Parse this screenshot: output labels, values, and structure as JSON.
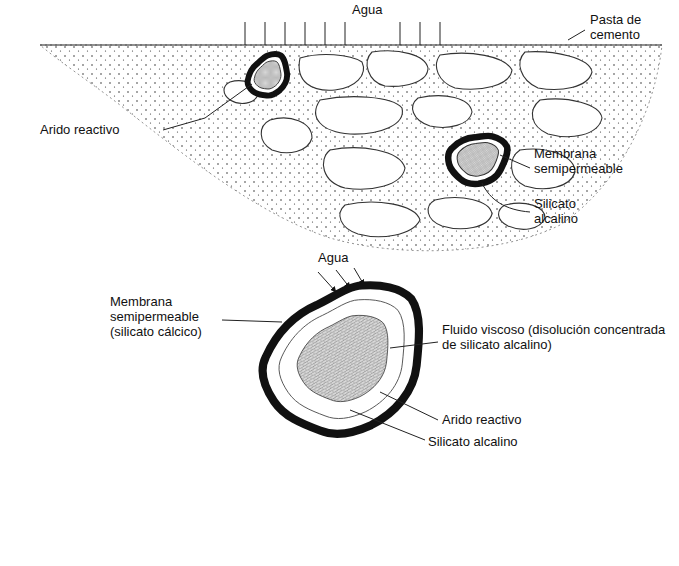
{
  "diagram": {
    "labels": [
      "Agua",
      "Pasta de cemento",
      "Arido reactivo",
      "Membrana semipermeable",
      "Silicato alcalino",
      "Agua",
      "Membrana semipermeable (silicato cálcico)",
      "Fluido viscoso (disolución concentrada de silicato alcalino)",
      "Arido reactivo",
      "Silicato alcalino"
    ]
  }
}
